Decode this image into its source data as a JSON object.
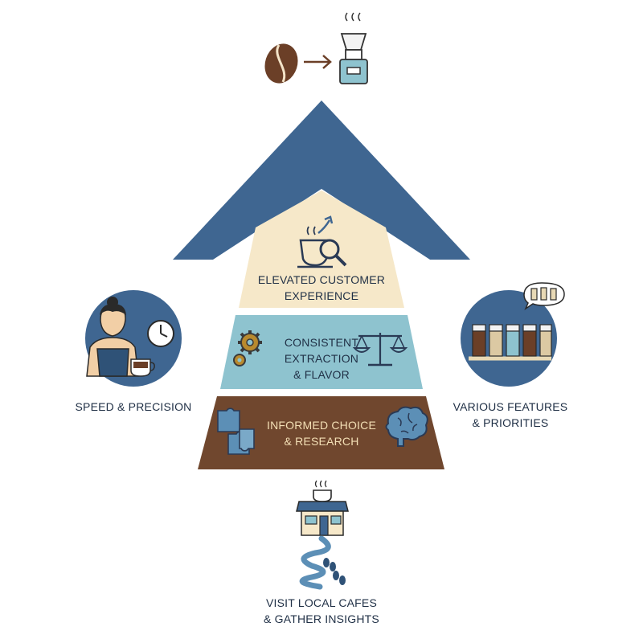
{
  "pyramid": {
    "top": {
      "lines": [
        "ELEVATED CUSTOMER",
        "EXPERIENCE"
      ],
      "icon": "coffee-cup-magnifier-icon"
    },
    "middle": {
      "lines": [
        "CONSISTENT",
        "EXTRACTION",
        "& FLAVOR"
      ],
      "icons": [
        "gears-icon",
        "balance-scale-icon"
      ]
    },
    "bottom": {
      "lines": [
        "INFORMED CHOICE",
        "& RESEARCH"
      ],
      "icons": [
        "puzzle-icon",
        "brain-icon"
      ]
    }
  },
  "left": {
    "lines": [
      "SPEED & PRECISION"
    ],
    "icon": "barista-clock-icon"
  },
  "right": {
    "lines": [
      "VARIOUS FEATURES",
      "& PRIORITIES"
    ],
    "icon": "grinder-lineup-icon"
  },
  "bottom_step": {
    "lines": [
      "VISIT LOCAL CAFES",
      "& GATHER INSIGHTS"
    ],
    "icons": [
      "cafe-icon",
      "footprint-path-icon"
    ]
  },
  "top_icon": {
    "icons": [
      "coffee-bean-icon",
      "arrow-right-icon",
      "coffee-grinder-icon"
    ]
  },
  "colors": {
    "navy": "#3f6691",
    "cream": "#f6e8c9",
    "light_blue": "#8ec3cf",
    "brown": "#70472e",
    "text_dark": "#1f2f45",
    "text_brown_band": "#f3dfb5"
  }
}
